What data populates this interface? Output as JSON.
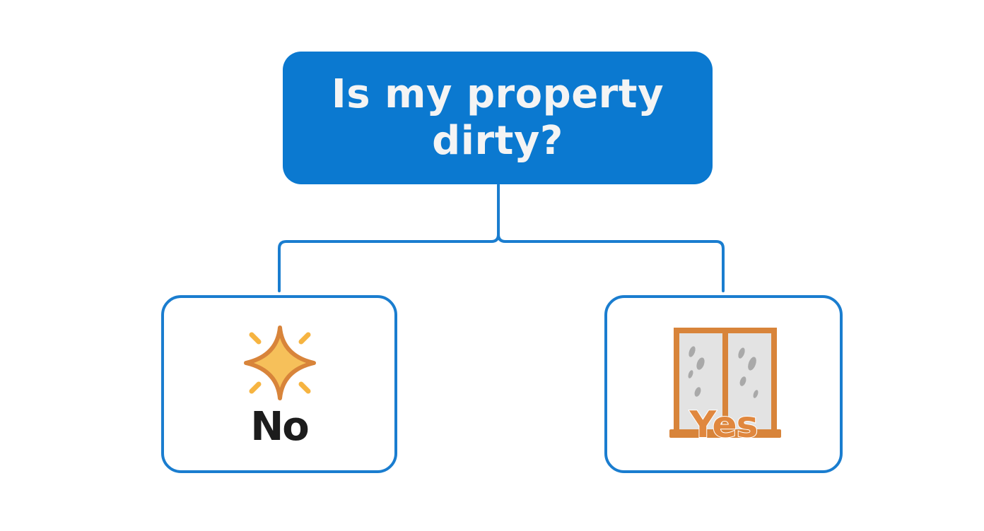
{
  "root": {
    "question": "Is my property dirty?"
  },
  "branches": {
    "no": {
      "label": "No",
      "icon": "sparkle-icon"
    },
    "yes": {
      "label": "Yes",
      "icon": "dirty-window-icon"
    }
  },
  "colors": {
    "root_fill": "#0b79d0",
    "connector": "#1a7dcf",
    "sparkle_fill": "#f6c05a",
    "sparkle_outline": "#d8843a",
    "window_frame": "#d8843a",
    "window_glass": "#e3e3e3"
  }
}
